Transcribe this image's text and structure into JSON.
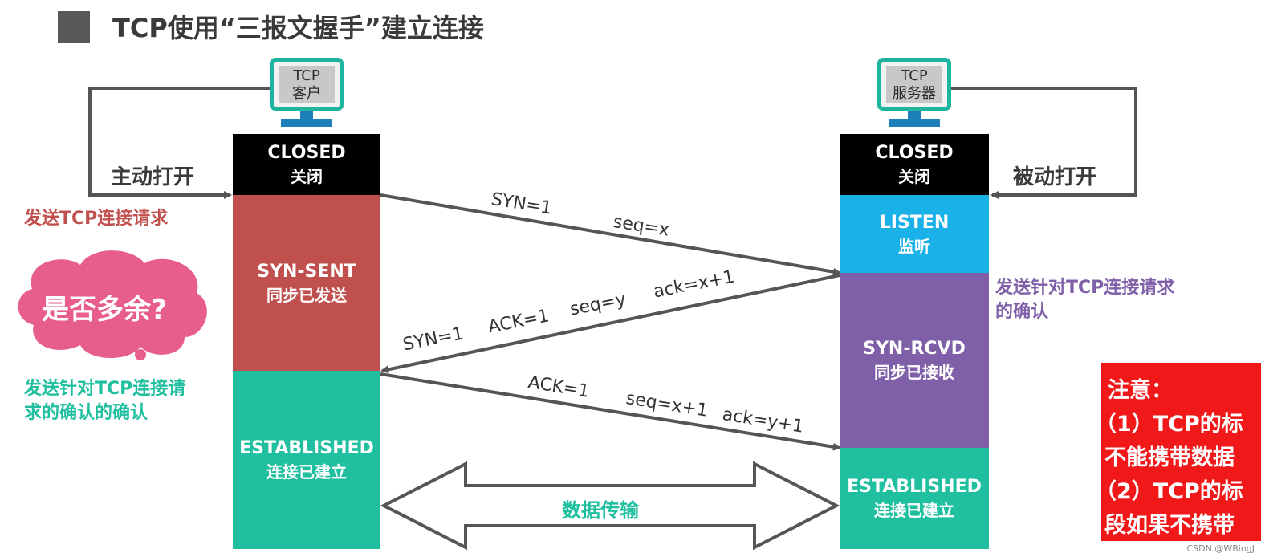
{
  "title": "TCP使用“三报文握手”建立连接",
  "client": {
    "monitor_line1": "TCP",
    "monitor_line2": "客户",
    "action": "主动打开",
    "states": [
      {
        "en": "CLOSED",
        "cn": "关闭",
        "color": "#000000"
      },
      {
        "en": "SYN-SENT",
        "cn": "同步已发送",
        "color": "#c0504d"
      },
      {
        "en": "ESTABLISHED",
        "cn": "连接已建立",
        "color": "#1fbf9f"
      }
    ],
    "note_send_request": "发送TCP连接请求",
    "note_ack_line1": "发送针对TCP连接请",
    "note_ack_line2": "求的确认的确认",
    "bubble": "是否多余?"
  },
  "server": {
    "monitor_line1": "TCP",
    "monitor_line2": "服务器",
    "action": "被动打开",
    "states": [
      {
        "en": "CLOSED",
        "cn": "关闭",
        "color": "#000000"
      },
      {
        "en": "LISTEN",
        "cn": "监听",
        "color": "#1ab0e8"
      },
      {
        "en": "SYN-RCVD",
        "cn": "同步已接收",
        "color": "#7f5fa8"
      },
      {
        "en": "ESTABLISHED",
        "cn": "连接已建立",
        "color": "#1fbf9f"
      }
    ],
    "note_ack_line1": "发送针对TCP连接请求",
    "note_ack_line2": "的确认"
  },
  "messages": {
    "m1_a": "SYN=1",
    "m1_b": "seq=x",
    "m2_a": "SYN=1",
    "m2_b": "ACK=1",
    "m2_c": "seq=y",
    "m2_d": "ack=x+1",
    "m3_a": "ACK=1",
    "m3_b": "seq=x+1",
    "m3_c": "ack=y+1"
  },
  "data_transfer": "数据传输",
  "warning": {
    "line1": "注意：",
    "line2": "（1）TCP的标",
    "line3": "不能携带数据",
    "line4": "（2）TCP的标",
    "line5": "段如果不携带"
  },
  "watermark": "CSDN @WBingJ",
  "colors": {
    "arrow": "#555555",
    "red_text": "#c0504d",
    "teal_text": "#1fbf9f",
    "purple_text": "#7f5fa8",
    "warning_bg": "#f01818"
  }
}
